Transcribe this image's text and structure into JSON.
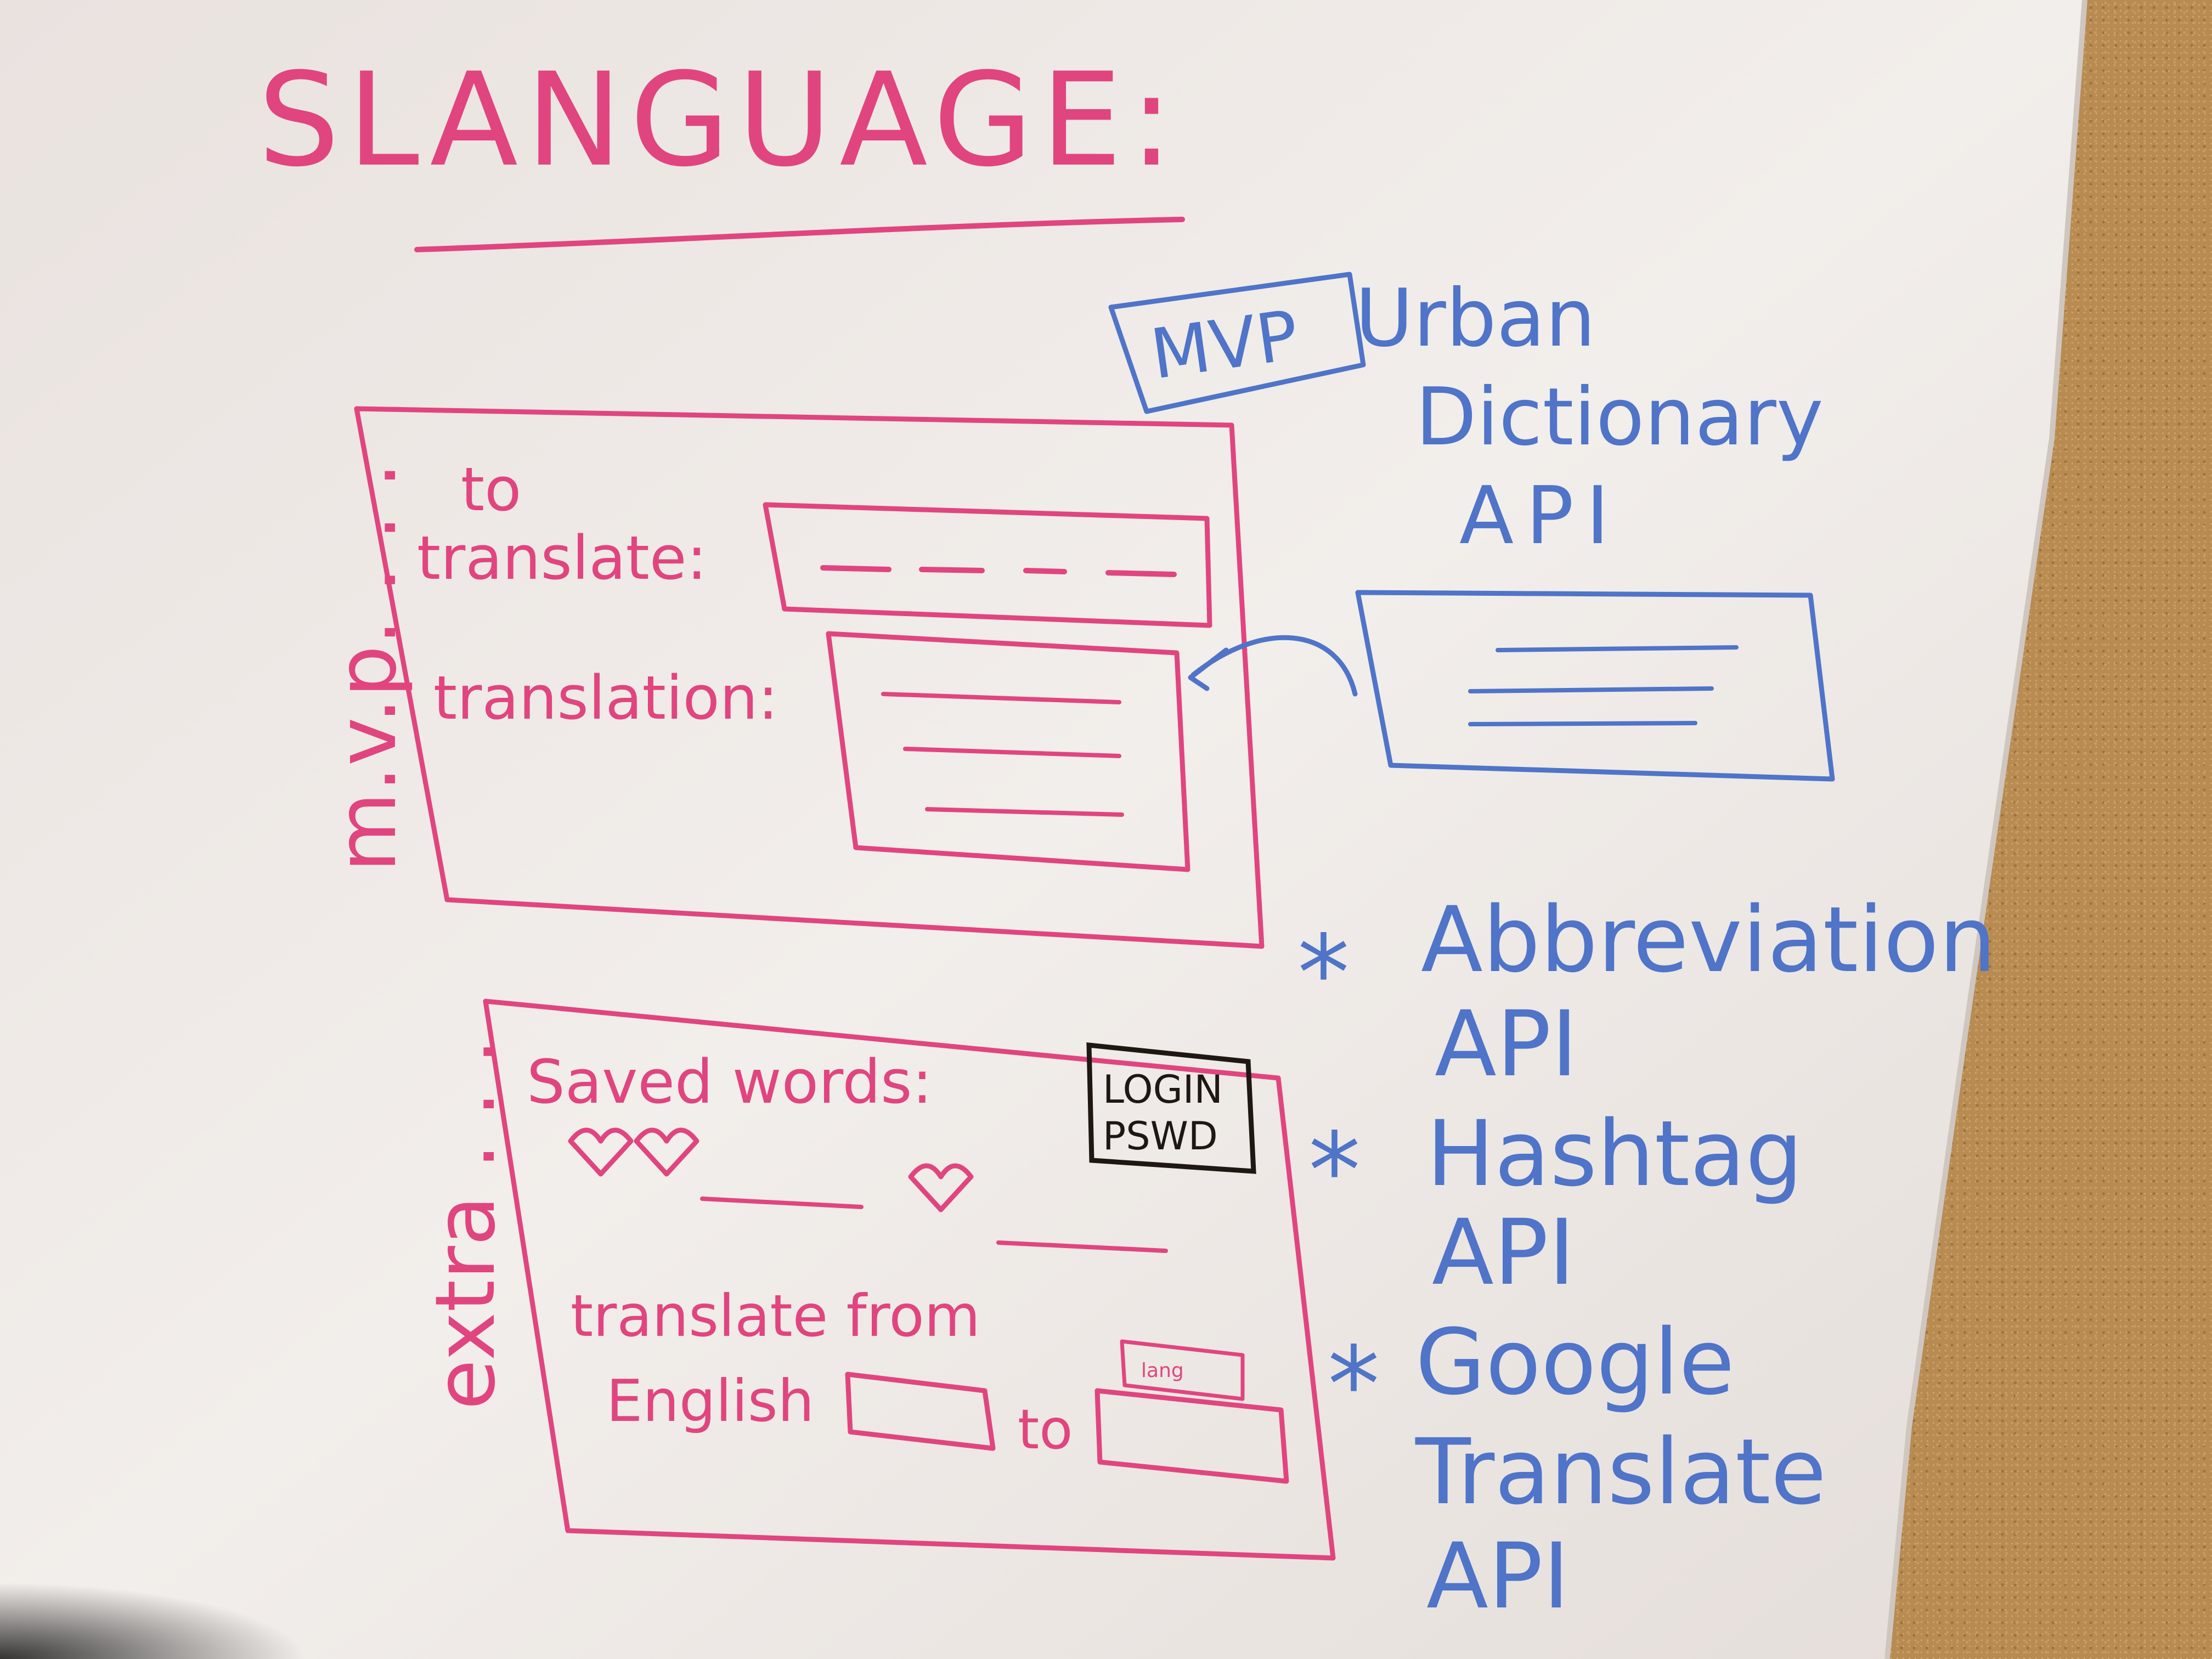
{
  "title": "SLANGUAGE:",
  "sections": {
    "mvp_label": "m.v.p. . . .",
    "extra_label": "extra . . ."
  },
  "mvp_panel": {
    "to_label": "to",
    "translate_label": "translate:",
    "translation_label": "translation:"
  },
  "extra_panel": {
    "saved_words_label": "Saved words:",
    "login_label": "LOGIN",
    "pswd_label": "PSWD",
    "translate_from_label": "translate from",
    "english_label": "English",
    "to_label": "to",
    "dropdown_tab_label": "lang"
  },
  "mvp_badge": "MVP",
  "urban_api": [
    "Urban",
    "Dictionary",
    "API"
  ],
  "extra_apis": [
    {
      "bullet": "*",
      "lines": [
        "Abbreviation",
        "API"
      ]
    },
    {
      "bullet": "*",
      "lines": [
        "Hashtag",
        "API"
      ]
    },
    {
      "bullet": "*",
      "lines": [
        "Google",
        "Translate",
        "API"
      ]
    }
  ],
  "colors": {
    "pink_marker": "#e0457f",
    "blue_marker": "#4f74c8",
    "black_marker": "#1e1712",
    "whiteboard": "#eee9e6",
    "cork": "#b88b52"
  }
}
